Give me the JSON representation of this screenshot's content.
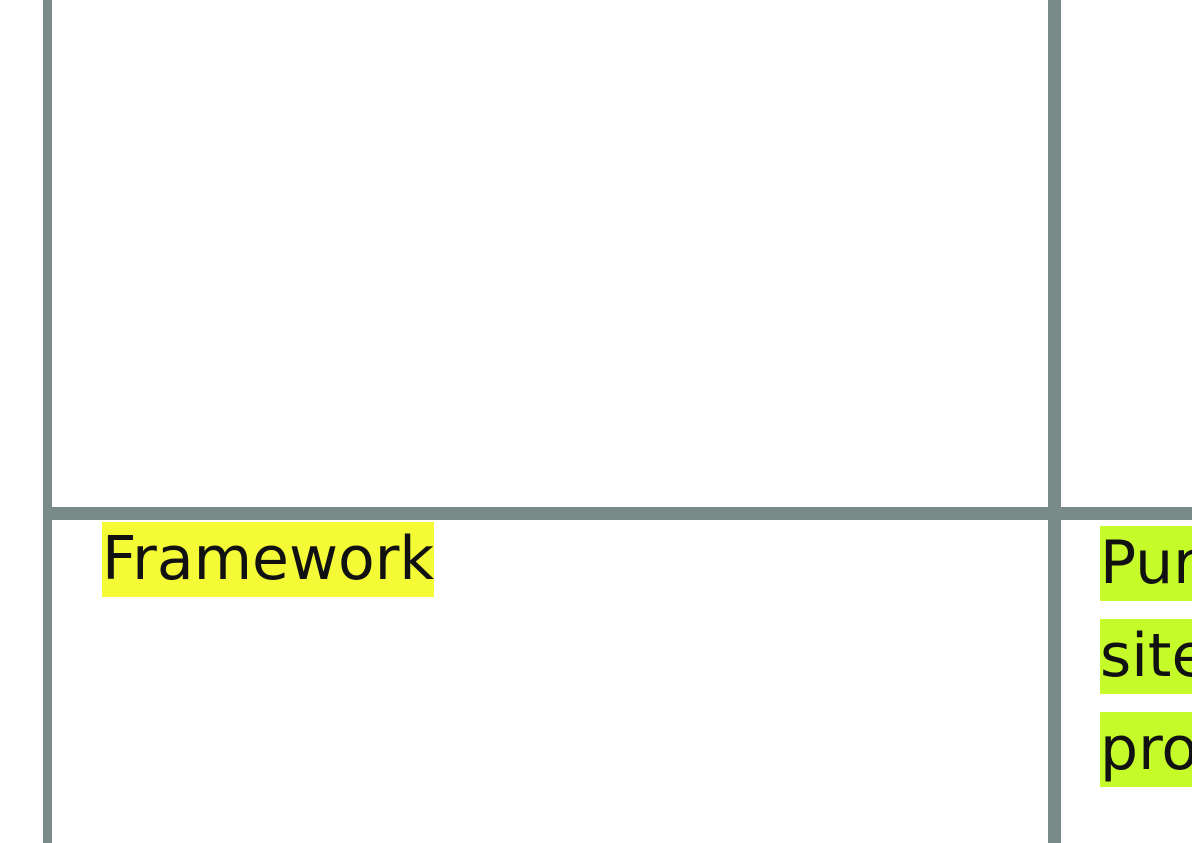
{
  "table": {
    "rows": [
      {
        "cells": [
          {
            "text": ""
          },
          {
            "text": ""
          }
        ]
      },
      {
        "cells": [
          {
            "text": "Framework",
            "highlight": "#f4fb36"
          },
          {
            "lines": [
              "Pur",
              "site",
              "pro"
            ],
            "highlight": "#c6fb2a"
          }
        ]
      }
    ]
  },
  "colors": {
    "border": "#7a8a89",
    "background": "#ffffff"
  }
}
